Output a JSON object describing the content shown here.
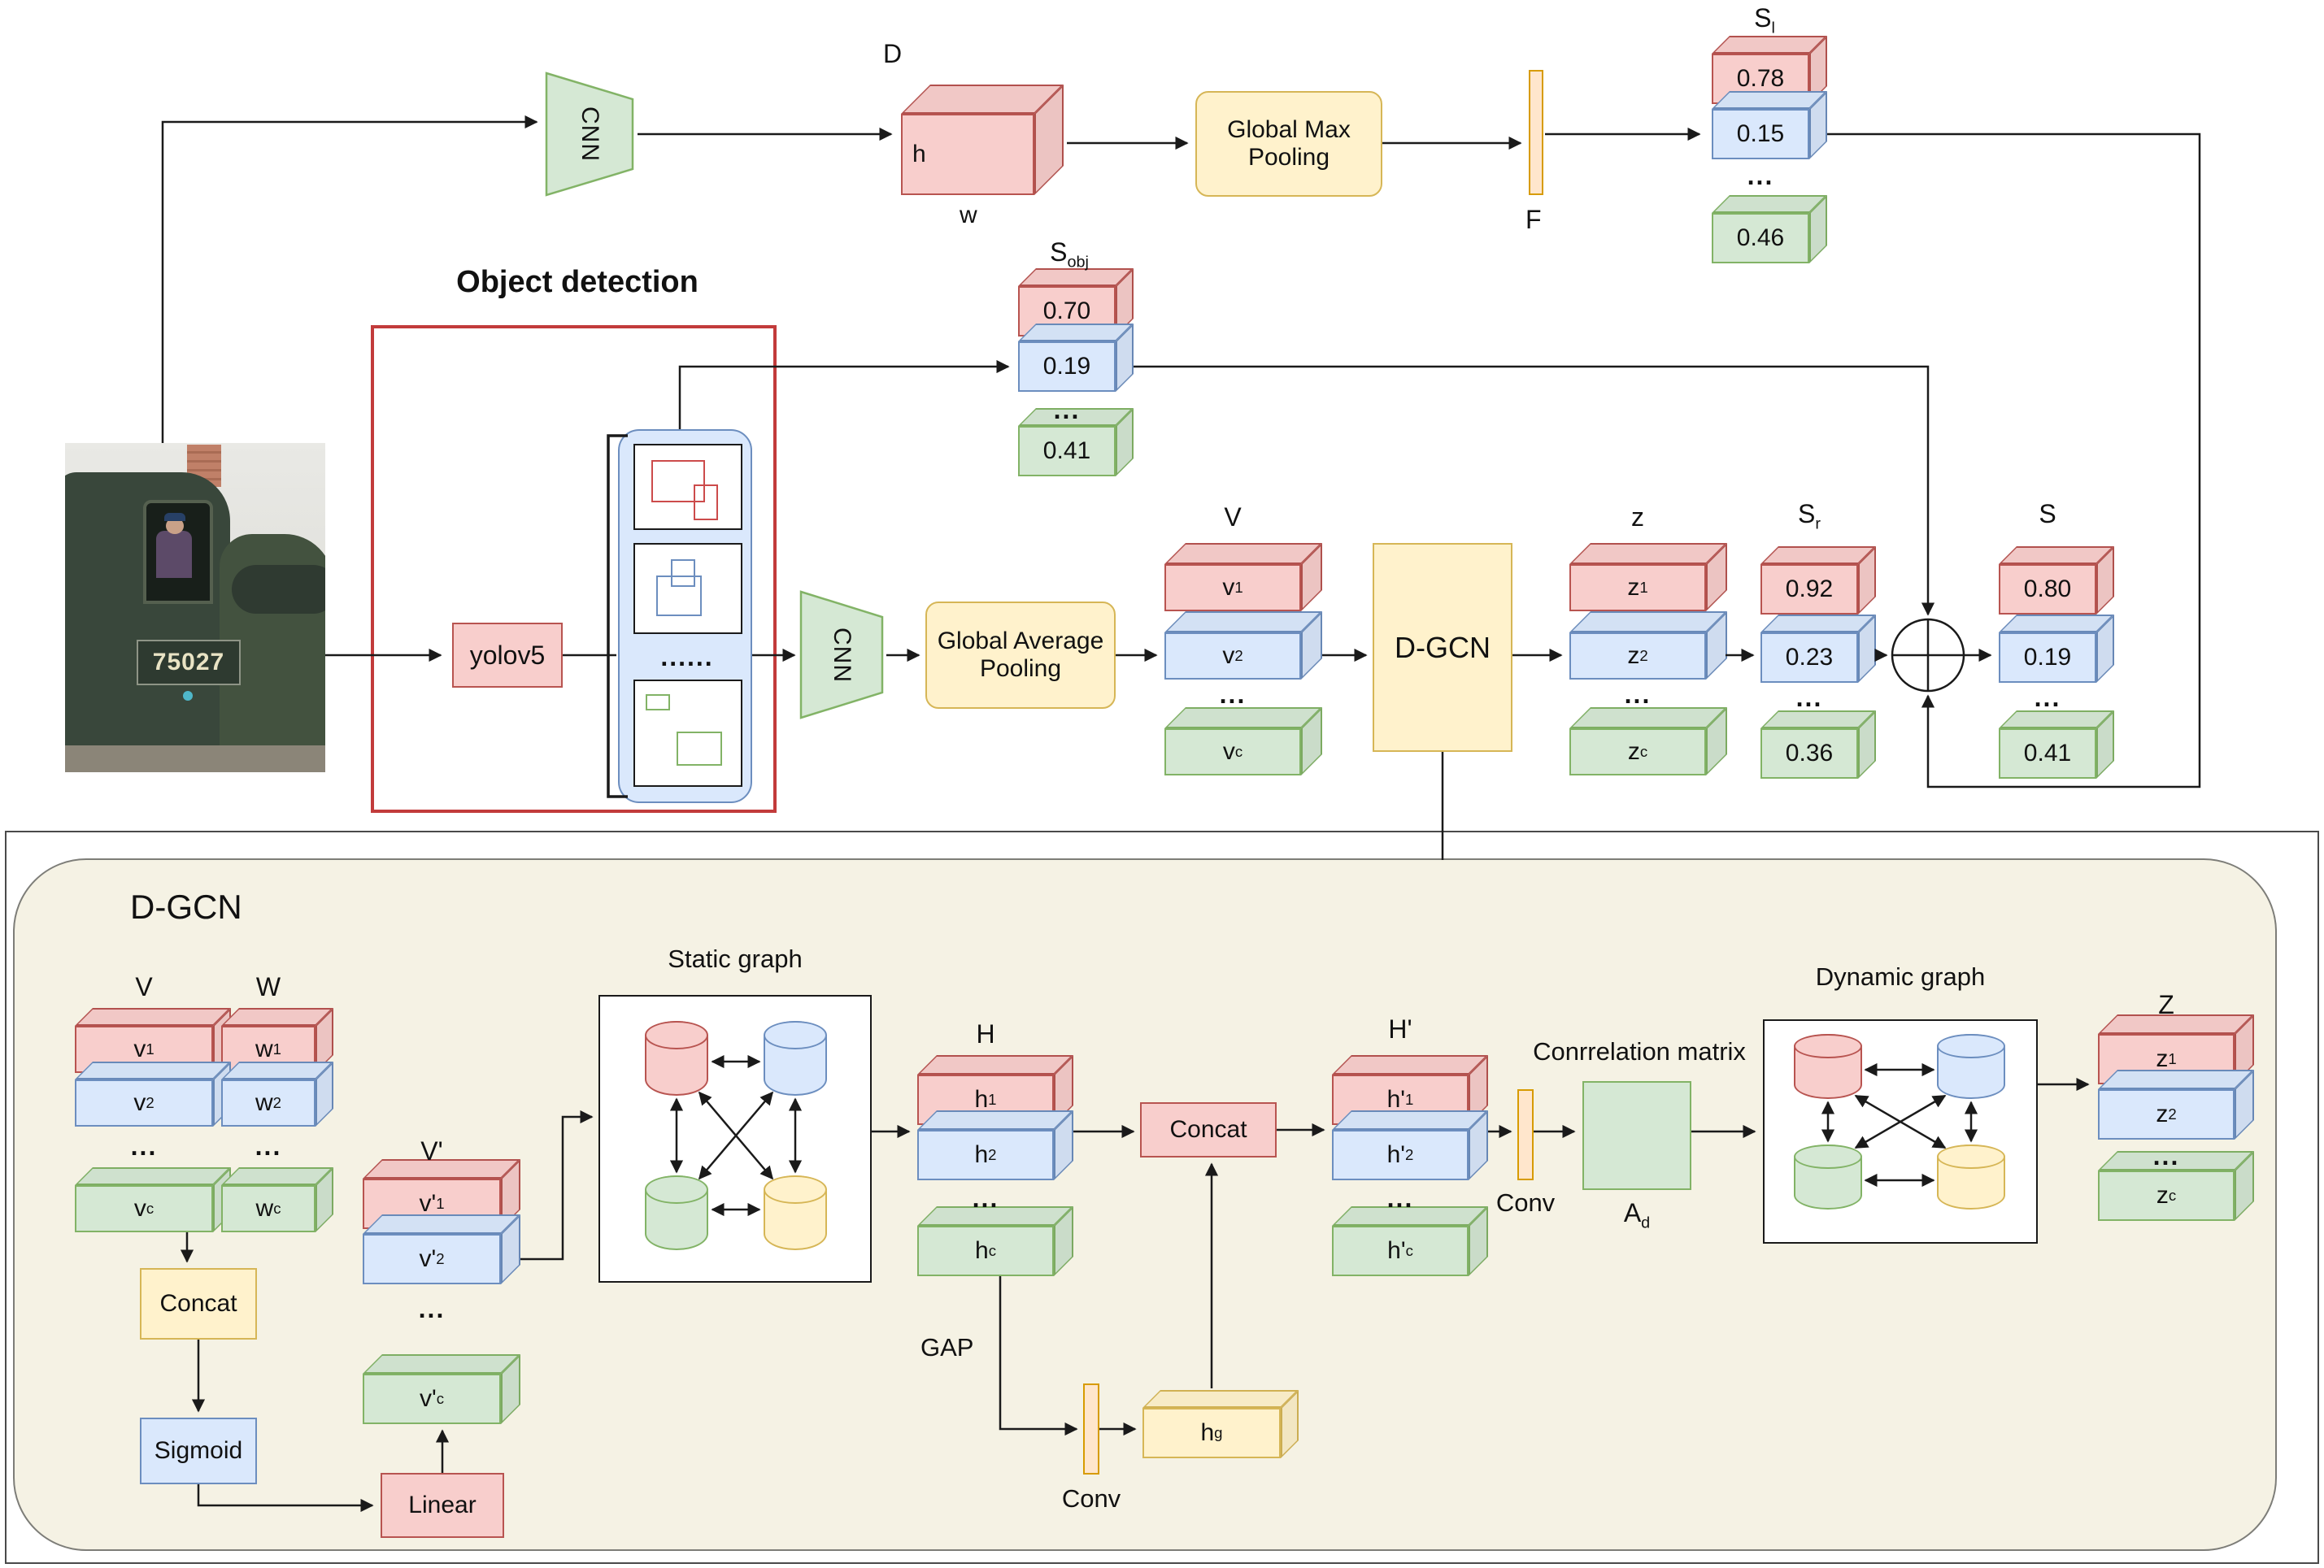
{
  "top": {
    "cnn": "CNN",
    "d": "D",
    "h": "h",
    "w": "w",
    "gmp_line1": "Global Max",
    "gmp_line2": "Pooling",
    "f": "F",
    "sl": {
      "b": "S",
      "s": "l",
      "v1": "0.78",
      "v2": "0.15",
      "v3": "0.46",
      "dots": "..."
    }
  },
  "od": {
    "title": "Object detection",
    "yolo": "yolov5",
    "dots": "......",
    "cnn": "CNN"
  },
  "sobj": {
    "b": "S",
    "s": "obj",
    "v1": "0.70",
    "v2": "0.19",
    "v3": "0.41",
    "dots": "..."
  },
  "mid": {
    "gap_line1": "Global Average",
    "gap_line2": "Pooling",
    "v_label": "V",
    "v1b": "v",
    "v1s": "1",
    "v2b": "v",
    "v2s": "2",
    "vcb": "v",
    "vcs": "c",
    "v_dots": "...",
    "dgcn": "D-GCN",
    "z_label": "z",
    "z1b": "z",
    "z1s": "1",
    "z2b": "z",
    "z2s": "2",
    "zcb": "z",
    "zcs": "c",
    "z_dots": "...",
    "sr": {
      "b": "S",
      "s": "r",
      "v1": "0.92",
      "v2": "0.23",
      "v3": "0.36",
      "dots": "..."
    },
    "s": {
      "label": "S",
      "v1": "0.80",
      "v2": "0.19",
      "v3": "0.41",
      "dots": "..."
    }
  },
  "photo": {
    "number": "75027"
  },
  "panel": {
    "title": "D-GCN",
    "v_label": "V",
    "w_label": "W",
    "v1b": "v",
    "v1s": "1",
    "v2b": "v",
    "v2s": "2",
    "vcb": "v",
    "vcs": "c",
    "w1b": "w",
    "w1s": "1",
    "w2b": "w",
    "w2s": "2",
    "wcb": "w",
    "wcs": "c",
    "vdots": "...",
    "wdots": "...",
    "concat1": "Concat",
    "sigmoid": "Sigmoid",
    "linear": "Linear",
    "vp_label": "V'",
    "vp1b": "v'",
    "vp1s": "1",
    "vp2b": "v'",
    "vp2s": "2",
    "vpcb": "v'",
    "vpcs": "c",
    "vp_dots": "...",
    "static_title": "Static graph",
    "h_label": "H",
    "h1b": "h",
    "h1s": "1",
    "h2b": "h",
    "h2s": "2",
    "hcb": "h",
    "hcs": "c",
    "h_dots": "...",
    "gap": "GAP",
    "conv1": "Conv",
    "hgb": "h",
    "hgs": "g",
    "concat2": "Concat",
    "hp_label": "H'",
    "hp1b": "h'",
    "hp1s": "1",
    "hp2b": "h'",
    "hp2s": "2",
    "hpcb": "h'",
    "hpcs": "c",
    "hp_dots": "...",
    "conv2": "Conv",
    "corr": "Conrrelation matrix",
    "adb": "A",
    "ads": "d",
    "dynamic_title": "Dynamic graph",
    "z_label": "Z",
    "z1b": "z",
    "z1s": "1",
    "z2b": "z",
    "z2s": "2",
    "zcb": "z",
    "zcs": "c",
    "z_dots": "..."
  },
  "colors": {
    "red_fill": "#f8cecc",
    "red_stroke": "#b85450",
    "blue_fill": "#dae8fc",
    "blue_stroke": "#6c8ebf",
    "green_fill": "#d5e8d4",
    "green_stroke": "#82b366",
    "yellow_fill": "#fff2cc",
    "yellow_stroke": "#d6b656",
    "orange_fill": "#ffe6cc",
    "orange_stroke": "#d79b00",
    "panel_bg": "#f5f2e4",
    "detect_box": "#c23b3b"
  }
}
